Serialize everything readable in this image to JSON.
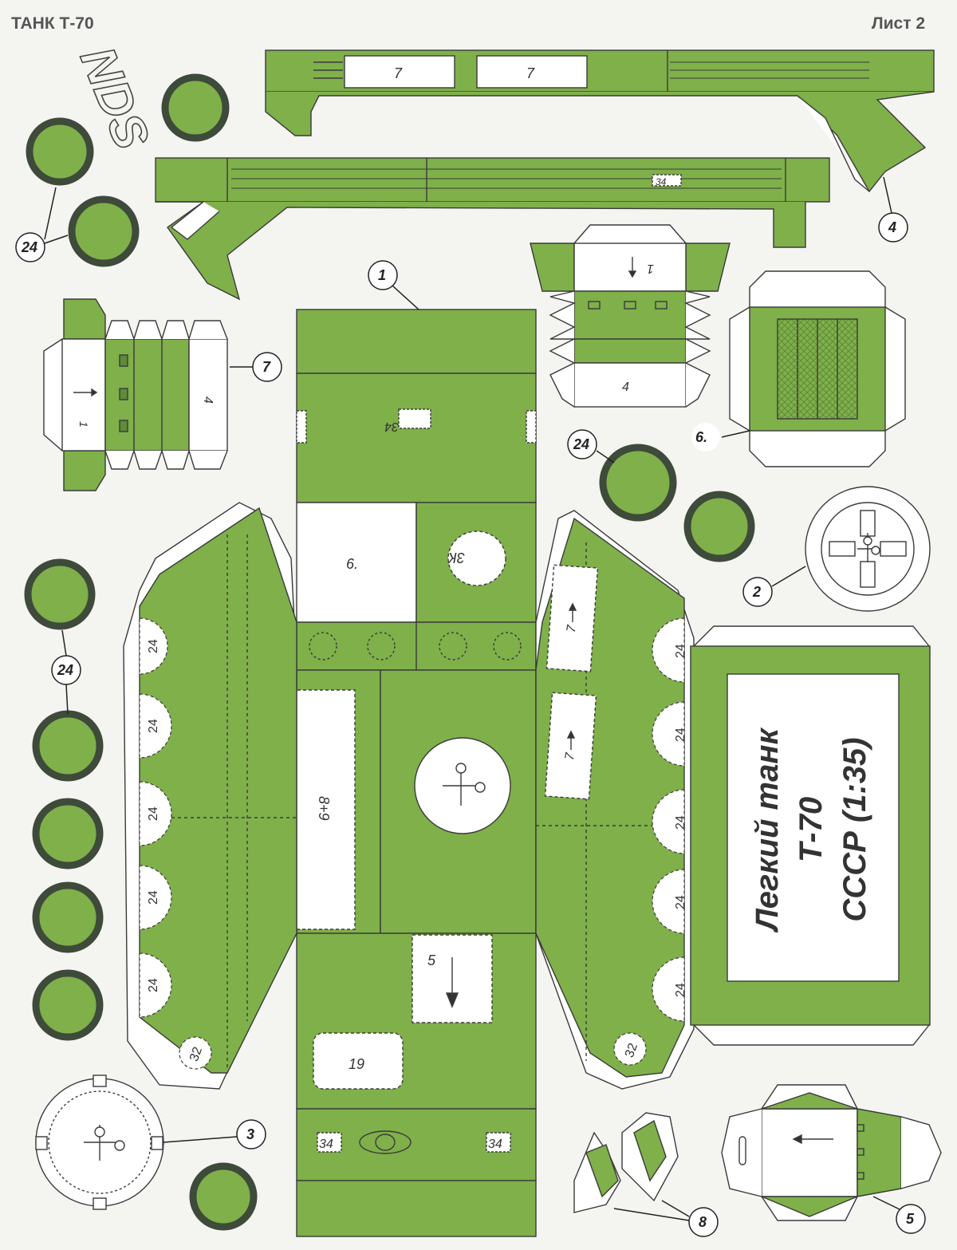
{
  "header": {
    "title": "ТАНК Т-70",
    "sheet": "Лист 2"
  },
  "part_numbers": {
    "p1": "1",
    "p2": "2",
    "p3": "3",
    "p4": "4",
    "p5": "5",
    "p6": "6.",
    "p7": "7",
    "p8": "8",
    "p24": "24",
    "p32": "32",
    "p34": "34",
    "p19": "19",
    "p3k": "3К",
    "p8p9": "8+9"
  },
  "title_plate": {
    "line1": "Легкий танк",
    "line2": "Т-70",
    "line3": "СССР (1:35)"
  },
  "logo": "NDS",
  "colors": {
    "green": "#7fb04a",
    "dark_green": "#5f8a38",
    "outline": "#3a3a3a",
    "white": "#ffffff",
    "paper": "#f4f4f1"
  }
}
